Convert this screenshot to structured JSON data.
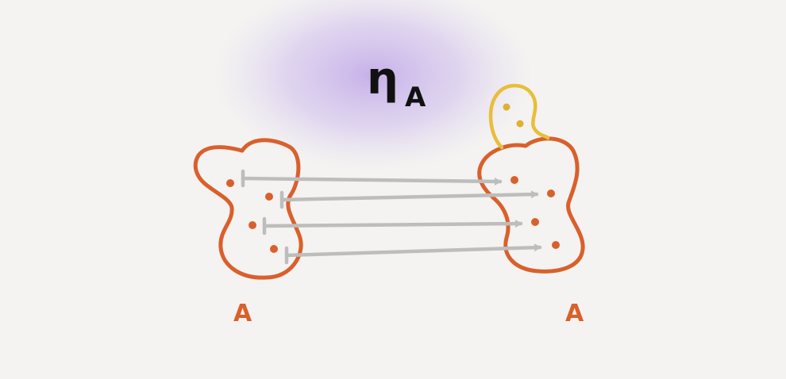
{
  "title": {
    "symbol": "η",
    "subscript": "A"
  },
  "left_set": {
    "label": "A",
    "dot_count": 4
  },
  "right_set": {
    "label": "A",
    "dot_count": 4
  },
  "arrow_count": 4,
  "colors": {
    "background": "#f4f3f1",
    "blob_outline": "#d9602c",
    "dots": "#d9602c",
    "arrows": "#bdbdbd",
    "blob_extension": "#e8be3a",
    "extension_dots": "#e0b12f",
    "haze": "#b79ae6",
    "title_ink": "#111111"
  }
}
